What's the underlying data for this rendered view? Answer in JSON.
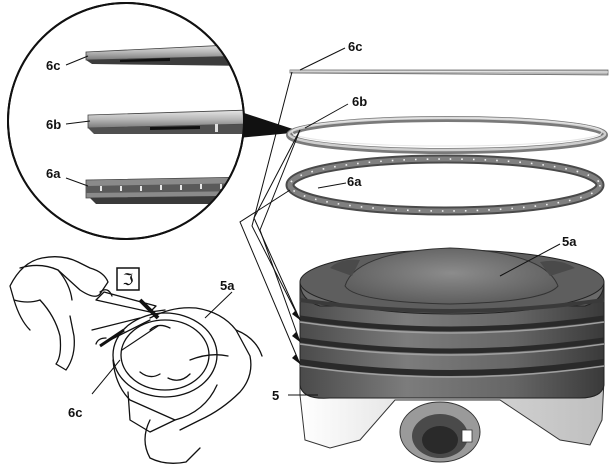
{
  "labels": {
    "ring_top": "6c",
    "ring_middle": "6b",
    "ring_oil": "6a",
    "piston_crown": "5a",
    "piston": "5",
    "inset_top": "6c",
    "inset_middle": "6b",
    "inset_oil": "6a",
    "hand_crown": "5a",
    "hand_ring": "6c"
  },
  "tool_icon": {
    "name": "ring-expander-tool-icon",
    "glyph": "ℑ"
  },
  "colors": {
    "line": "#111111",
    "ring_light": "#c4c4c4",
    "ring_mid": "#9a9a9a",
    "ring_dark": "#5c5c5c",
    "piston_body": "#6a6a6a",
    "piston_crown": "#7d7d7d",
    "piston_skirt": "#e2e2e2"
  }
}
